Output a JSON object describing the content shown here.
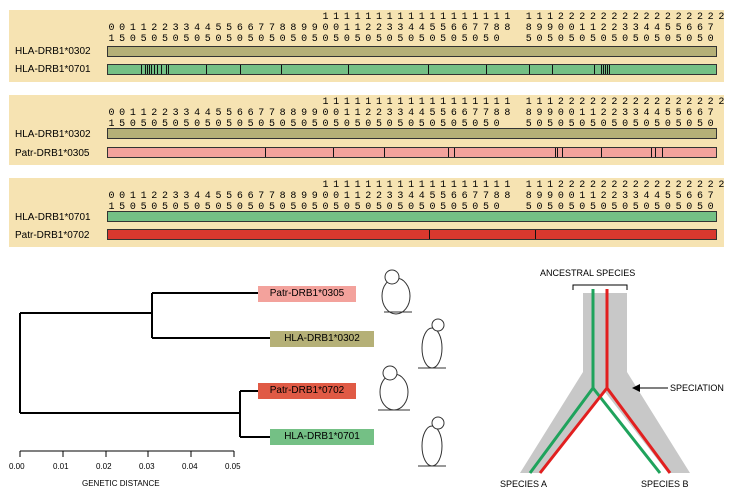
{
  "colors": {
    "panel_bg": "#f6e3b2",
    "hla0302": "#b5b077",
    "hla0701": "#74c085",
    "patr0305": "#f3a29c",
    "patr0702": "#d9382e",
    "green_line": "#1fa35c",
    "red_line": "#e21f1f",
    "gray_band": "#c8c8c8"
  },
  "ruler": {
    "tens": [
      "",
      "",
      "",
      "",
      "",
      "",
      "",
      "",
      "",
      "",
      "",
      "",
      "",
      "",
      "",
      "",
      "",
      "",
      "",
      "",
      "1",
      "1",
      "1",
      "1",
      "1",
      "1",
      "1",
      "1",
      "1",
      "1",
      "1",
      "1",
      "1",
      "1",
      "1",
      "1",
      "1",
      "1",
      "",
      "1",
      "1",
      "1",
      "2",
      "2",
      "2",
      "2",
      "2",
      "2",
      "2",
      "2",
      "2",
      "2",
      "2",
      "2",
      "2",
      "2",
      "2",
      "2"
    ],
    "hund": [
      "0",
      "0",
      "1",
      "1",
      "2",
      "2",
      "3",
      "3",
      "4",
      "4",
      "5",
      "5",
      "6",
      "6",
      "7",
      "7",
      "8",
      "8",
      "9",
      "9",
      "0",
      "0",
      "1",
      "1",
      "2",
      "2",
      "3",
      "3",
      "4",
      "4",
      "5",
      "5",
      "6",
      "6",
      "7",
      "7",
      "8",
      "8",
      "",
      "8",
      "9",
      "9",
      "0",
      "0",
      "1",
      "1",
      "2",
      "2",
      "3",
      "3",
      "4",
      "4",
      "5",
      "5",
      "6",
      "6",
      "7"
    ],
    "ones": [
      "1",
      "5",
      "0",
      "5",
      "0",
      "5",
      "0",
      "5",
      "0",
      "5",
      "0",
      "5",
      "0",
      "5",
      "0",
      "5",
      "0",
      "5",
      "0",
      "5",
      "0",
      "5",
      "0",
      "5",
      "0",
      "5",
      "0",
      "5",
      "0",
      "5",
      "0",
      "5",
      "0",
      "5",
      "0",
      "5",
      "0",
      "",
      "",
      "5",
      "0",
      "5",
      "0",
      "5",
      "0",
      "5",
      "0",
      "5",
      "0",
      "5",
      "0",
      "5",
      "0",
      "5",
      "0",
      "5",
      "0"
    ]
  },
  "panels": [
    {
      "rows": [
        {
          "label": "HLA-DRB1*0302",
          "color": "#b5b077",
          "ticks": []
        },
        {
          "label": "HLA-DRB1*0701",
          "color": "#74c085",
          "ticks": [
            33,
            37,
            39,
            41,
            43,
            46,
            49,
            53,
            58,
            60,
            98,
            132,
            174,
            241,
            321,
            379,
            422,
            445,
            488,
            495,
            497,
            499,
            501,
            503
          ]
        }
      ]
    },
    {
      "rows": [
        {
          "label": "HLA-DRB1*0302",
          "color": "#b5b077",
          "ticks": []
        },
        {
          "label": "Patr-DRB1*0305",
          "color": "#f3a29c",
          "ticks": [
            158,
            226,
            277,
            341,
            347,
            448,
            450,
            455,
            495,
            545,
            549,
            556
          ]
        }
      ]
    },
    {
      "rows": [
        {
          "label": "HLA-DRB1*0701",
          "color": "#74c085",
          "ticks": []
        },
        {
          "label": "Patr-DRB1*0702",
          "color": "#d9382e",
          "ticks": [
            322,
            428
          ]
        }
      ]
    }
  ],
  "tree": {
    "leaves": [
      {
        "label": "Patr-DRB1*0305",
        "color": "#f3a29c"
      },
      {
        "label": "HLA-DRB1*0302",
        "color": "#b5b077"
      },
      {
        "label": "Patr-DRB1*0702",
        "color": "#e05a45"
      },
      {
        "label": "HLA-DRB1*0701",
        "color": "#74c085"
      }
    ],
    "axis_ticks": [
      "0.00",
      "0.01",
      "0.02",
      "0.03",
      "0.04",
      "0.05"
    ],
    "axis_label": "GENETIC DISTANCE"
  },
  "speciation": {
    "ancestral_label": "ANCESTRAL SPECIES",
    "speciation_label": "SPECIATION",
    "species_a": "SPECIES A",
    "species_b": "SPECIES B"
  }
}
